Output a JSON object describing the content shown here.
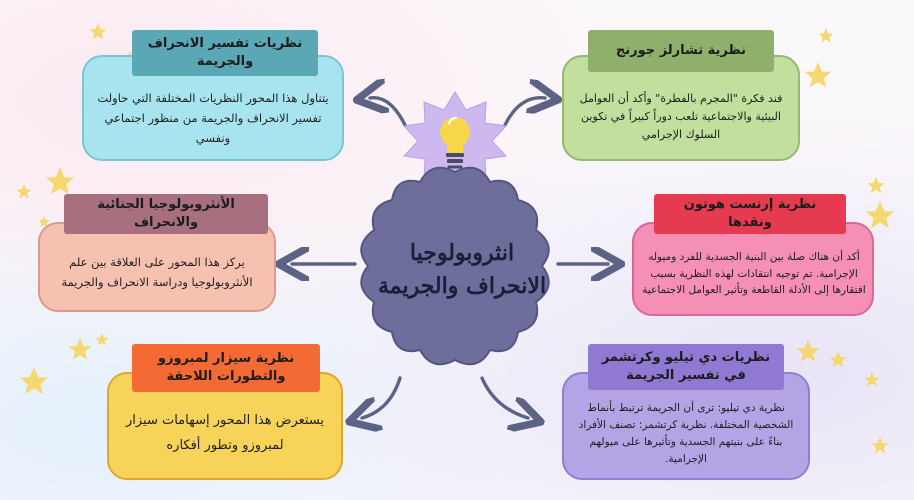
{
  "center": {
    "title": "انثروبولوجيا الانحراف والجريمة"
  },
  "cards": {
    "top_left": {
      "heading": "نظريات تفسير الانحراف والجريمة",
      "body": "يتناول هذا المحور النظريات المختلفة التي حاولت تفسير الانحراف والجريمة من منظور اجتماعي ونفسي"
    },
    "mid_left": {
      "heading": "الأنثروبولوجيا الجنائية والانحراف",
      "body": "يركز هذا المحور على العلاقة بين علم الأنثروبولوجيا ودراسة الانحراف والجريمة"
    },
    "bottom_left": {
      "heading": "نظرية سيزار لمبروزو والتطورات اللاحقة",
      "body": "يستعرض هذا المحور إسهامات سيزار لمبروزو وتطور أفكاره"
    },
    "top_right": {
      "heading": "نظرية تشارلز جورنج",
      "body": "فند فكرة \"المجرم بالفطرة\" وأكد أن العوامل البيئية والاجتماعية تلعب دوراً كبيراً في تكوين السلوك الإجرامي"
    },
    "mid_right": {
      "heading": "نظرية إرنست هوتون ونقدها",
      "body": "أكد أن هناك صلة بين البنية الجسدية للفرد وميوله الإجرامية. تم توجيه انتقادات لهذه النظرية بسبب افتقارها إلى الأدلة القاطعة وتأثير العوامل الاجتماعية"
    },
    "bottom_right": {
      "heading": "نظريات دي تيليو وكرتشمر في تفسير الجريمة",
      "body": "نظرية دي تيليو: ترى أن الجريمة ترتبط بأنماط الشخصية المختلفة. نظرية كرتشمر: تصنف الأفراد بناءً على بنيتهم الجسدية وتأثيرها على ميولهم الإجرامية."
    }
  },
  "colors": {
    "card_blue": "#a7e4ef",
    "card_blue_head": "#5aa8b5",
    "card_peach": "#f6c1b0",
    "card_peach_head": "#a8707f",
    "card_yellow": "#f8d35a",
    "card_yellow_head": "#f46a35",
    "card_green": "#c2df9d",
    "card_green_head": "#8fb06a",
    "card_pink": "#f58fb6",
    "card_pink_head": "#e53a4f",
    "card_purple": "#b4a4e6",
    "card_purple_head": "#8f79d2",
    "center_fill": "#6d6e9b",
    "star": "#f6d669",
    "arrow": "#5c6384"
  },
  "icons": [
    "lightbulb-icon",
    "star-icon"
  ]
}
